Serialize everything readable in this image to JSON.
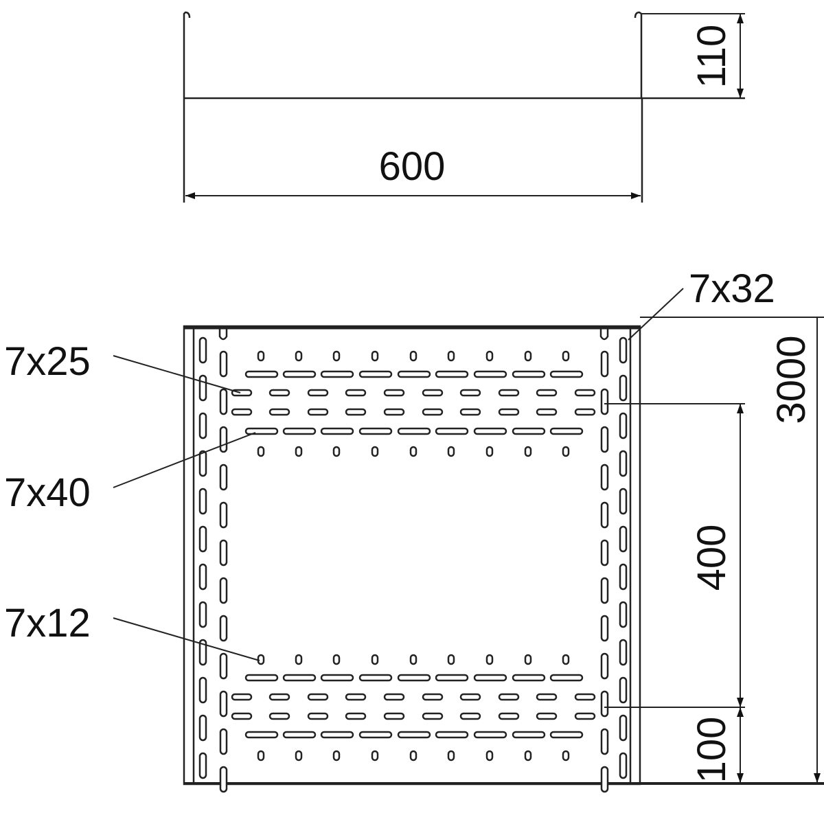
{
  "drawing": {
    "section_view": {
      "width_dim": "600",
      "height_dim": "110"
    },
    "plan_view": {
      "length_dim": "3000",
      "spacing_dim": "400",
      "edge_dim": "100",
      "callouts": {
        "side_slot": "7x32",
        "medium_slot": "7x25",
        "long_slot": "7x40",
        "round_hole": "7x12"
      }
    },
    "colors": {
      "line": "#222222",
      "fill": "#9a9a9a"
    }
  }
}
